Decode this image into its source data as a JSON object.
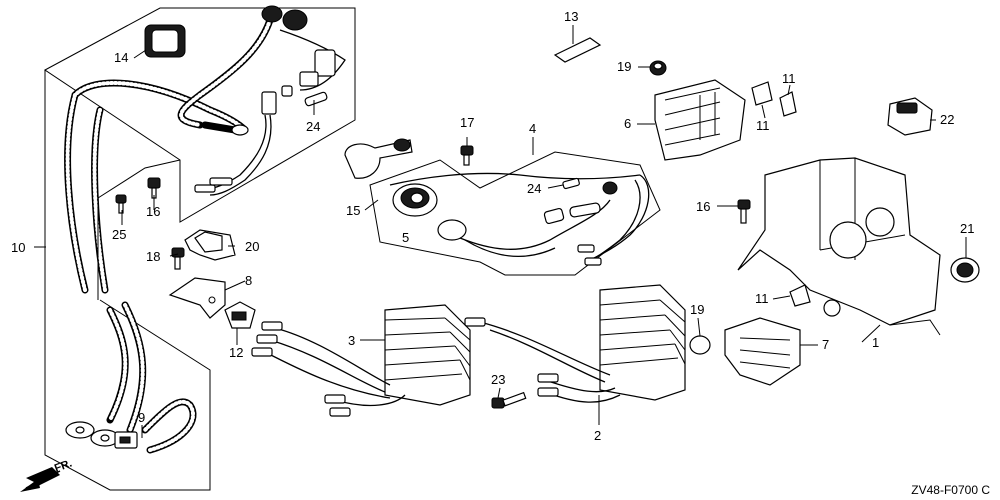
{
  "diagram": {
    "ref_code": "ZV48-F0700 C",
    "front_marker": "FR.",
    "callouts": {
      "c1": "1",
      "c2": "2",
      "c3": "3",
      "c4": "4",
      "c5": "5",
      "c6": "6",
      "c7": "7",
      "c8": "8",
      "c9": "9",
      "c10": "10",
      "c11a": "11",
      "c11b": "11",
      "c11c": "11",
      "c12": "12",
      "c13": "13",
      "c14": "14",
      "c15": "15",
      "c16a": "16",
      "c16b": "16",
      "c17": "17",
      "c18": "18",
      "c19a": "19",
      "c19b": "19",
      "c20": "20",
      "c21": "21",
      "c22": "22",
      "c23": "23",
      "c24a": "24",
      "c24b": "24",
      "c25": "25"
    }
  }
}
